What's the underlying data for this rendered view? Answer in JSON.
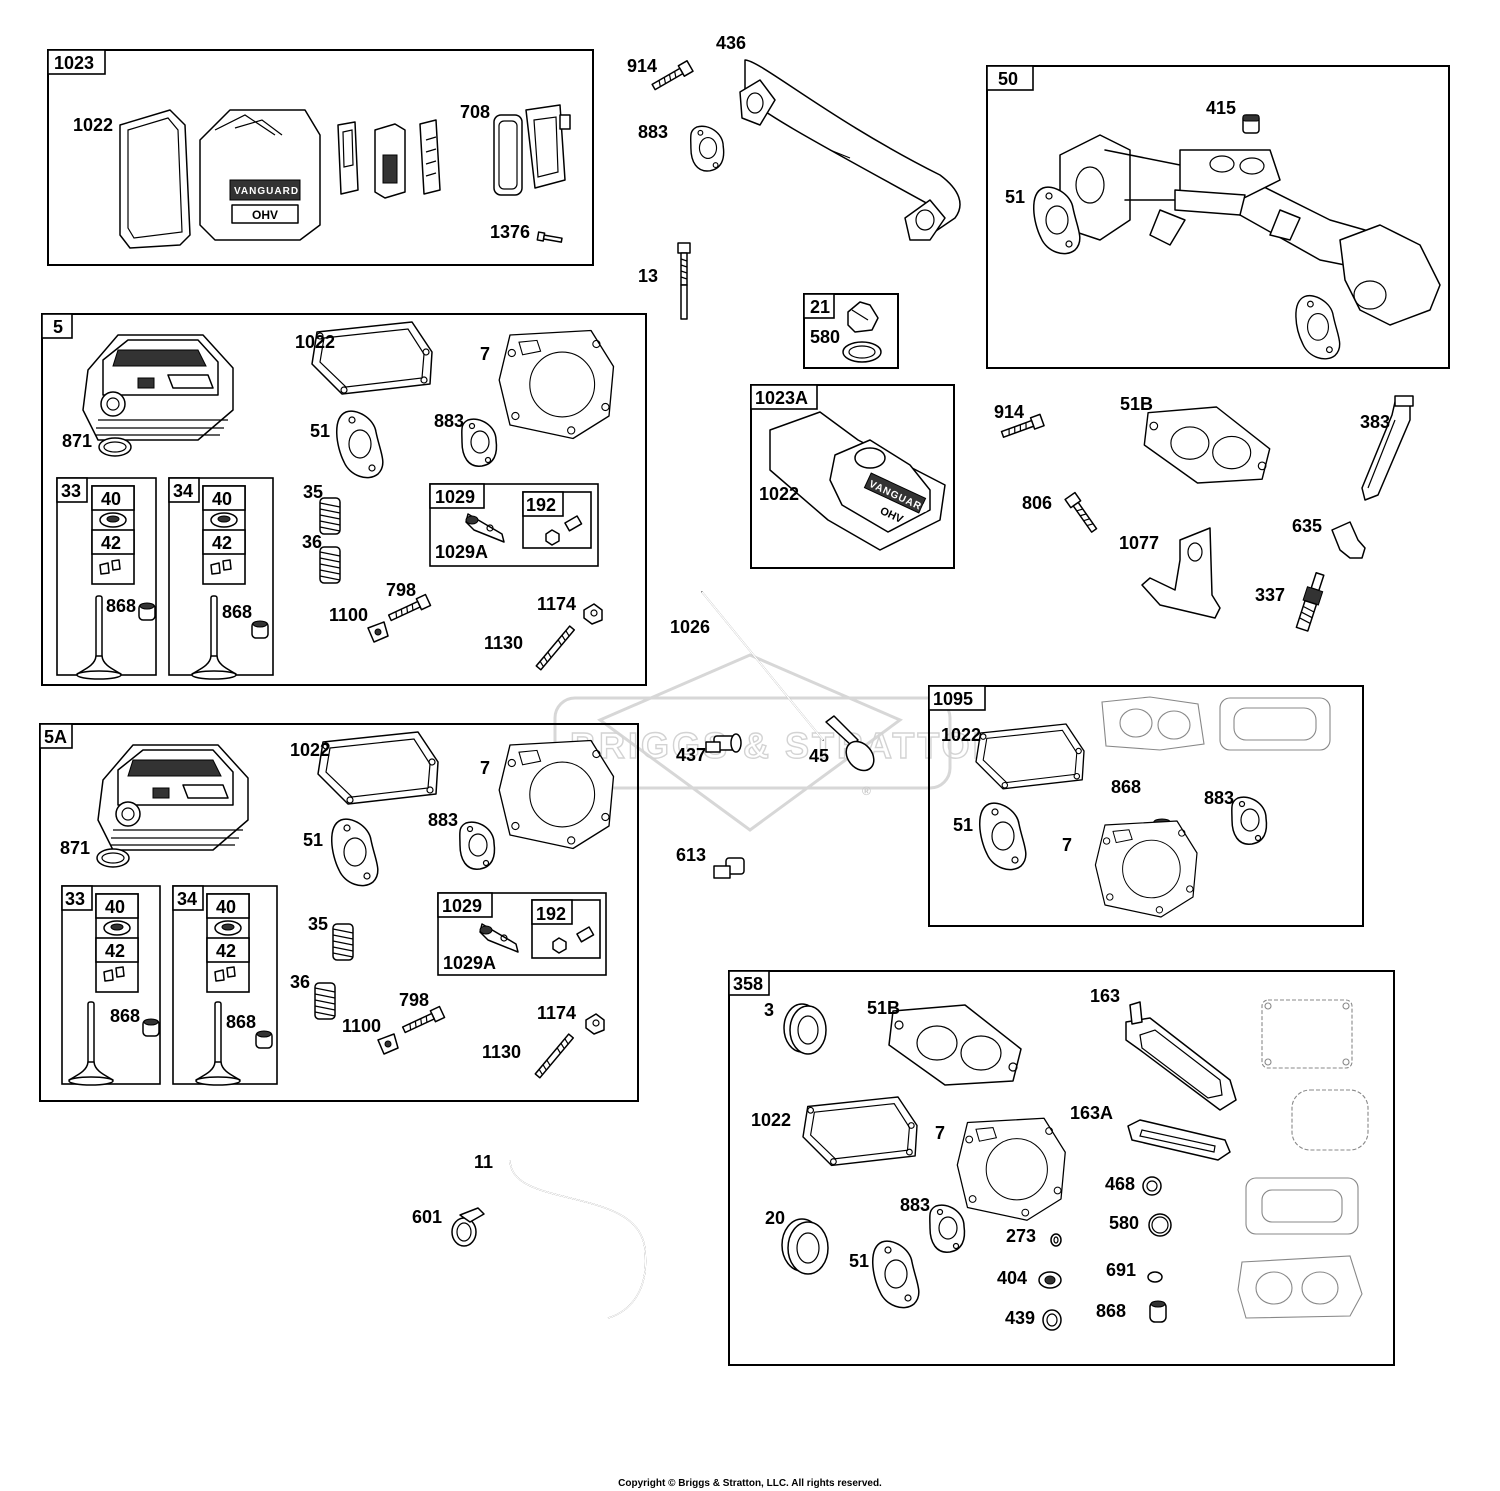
{
  "watermark": {
    "text": "BRIGGS & STRATTON",
    "mark": "®"
  },
  "copyright": "Copyright © Briggs & Stratton, LLC. All rights reserved.",
  "brand_marks": {
    "cover": "VANGUARD",
    "ohv": "OHV"
  },
  "groups": [
    {
      "id": "1023",
      "tag": "1023"
    },
    {
      "id": "5",
      "tag": "5"
    },
    {
      "id": "5A",
      "tag": "5A"
    },
    {
      "id": "33a",
      "tag": "33",
      "inner": [
        "40",
        "42"
      ]
    },
    {
      "id": "34a",
      "tag": "34",
      "inner": [
        "40",
        "42"
      ]
    },
    {
      "id": "33b",
      "tag": "33",
      "inner": [
        "40",
        "42"
      ]
    },
    {
      "id": "34b",
      "tag": "34",
      "inner": [
        "40",
        "42"
      ]
    },
    {
      "id": "1029a",
      "tag": "1029",
      "inner": [
        "192"
      ]
    },
    {
      "id": "1029b",
      "tag": "1029",
      "inner": [
        "192"
      ]
    },
    {
      "id": "21",
      "tag": "21"
    },
    {
      "id": "1023A",
      "tag": "1023A"
    },
    {
      "id": "50",
      "tag": "50"
    },
    {
      "id": "1095",
      "tag": "1095"
    },
    {
      "id": "358",
      "tag": "358"
    }
  ],
  "callouts": [
    "1022",
    "708",
    "1376",
    "914",
    "436",
    "883",
    "13",
    "415",
    "51",
    "1022",
    "7",
    "871",
    "51",
    "883",
    "35",
    "36",
    "868",
    "868",
    "1029A",
    "798",
    "1100",
    "1174",
    "1130",
    "580",
    "1022",
    "914",
    "51B",
    "383",
    "806",
    "1077",
    "635",
    "337",
    "1026",
    "437",
    "45",
    "613",
    "1022",
    "7",
    "871",
    "51",
    "883",
    "35",
    "36",
    "868",
    "868",
    "1029A",
    "798",
    "1100",
    "1174",
    "1130",
    "1022",
    "868",
    "883",
    "51",
    "7",
    "3",
    "51B",
    "163",
    "1022",
    "7",
    "163A",
    "468",
    "580",
    "20",
    "883",
    "273",
    "51",
    "404",
    "691",
    "439",
    "868",
    "11",
    "601"
  ]
}
